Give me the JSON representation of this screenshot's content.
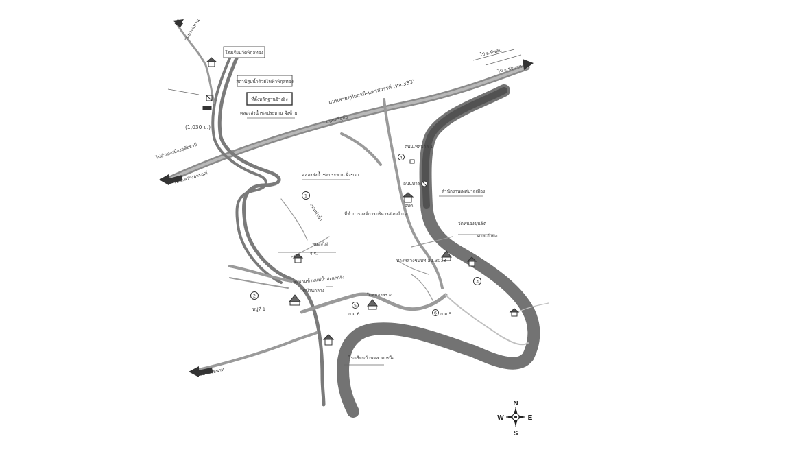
{
  "labels": {
    "school_top": "โรงเรียนวัดพิกุลทอง",
    "pump_station": "สถานีสูบน้ำด้วยไฟฟ้าพิกุลทอง",
    "landmark_box": "ที่ตั้งหลักฐานอ้างอิง",
    "distance": "(1,030 ม.)",
    "canal_small": "คลองส่งน้ำชลประทาน ฝั่งซ้าย",
    "highway_main": "ถนนสายอุทัยธานี-นครสวรรค์ (ทล.333)",
    "highway_upper": "ไป อ.ทัพทัน",
    "highway_to_west": "ไปอำเภอเมืองอุทัยธานี",
    "arrow_left": "ไป อ.สว่างอารมณ์",
    "arrow_bottom": "ไป จ.ชัยนาท",
    "arrow_topright": "ไป จ.ชัยนาท",
    "mid_canal": "คลองส่งน้ำชลประทาน ฝั่งขวา",
    "left_village": "หมู่ที่ 1",
    "temple_left": "วัดบ้านกลาง",
    "school_bottom": "โรงเรียนบ้านตลาดเหนือ",
    "temple_center": "วัดหนองสรวง",
    "temple_right": "วัดหนองขุนชิต",
    "shrine_right": "ศาลเจ้าพ่อ",
    "government_office": "ที่ทำการองค์การบริหารส่วนตำบล",
    "district_office": "สำนักงานเทศบาลเมือง",
    "river_bend_label": "สะพานข้ามแม่น้ำสะแกกรัง",
    "road_label_mid": "ถนนเทศบาล 1",
    "road_label_top": "ถนนศรีอุทัย",
    "road_ring": "ถนนวงแหวน",
    "lower_road": "ทางหลวงชนบท อน.3013",
    "small_road_a": "ถนนท่าซุง",
    "small_road_b": "ถนนท่าน้ำ",
    "small_place_a": "หนองไผ่",
    "small_place_b": "ร.ร.",
    "small_place_c": "ก.ม.6",
    "small_place_d": "ก.ม.5",
    "small_place_e": "อบต.",
    "circle_1": "1",
    "circle_2": "2",
    "circle_3": "3",
    "circle_4": "4",
    "circle_5": "5",
    "circle_6": "6"
  },
  "compass": {
    "north": "N",
    "south": "S",
    "east": "E",
    "west": "W"
  },
  "colors": {
    "river": "#6e6e6e",
    "road": "#8a8a8a",
    "road_light": "#b5b5b5",
    "ink": "#333333"
  }
}
